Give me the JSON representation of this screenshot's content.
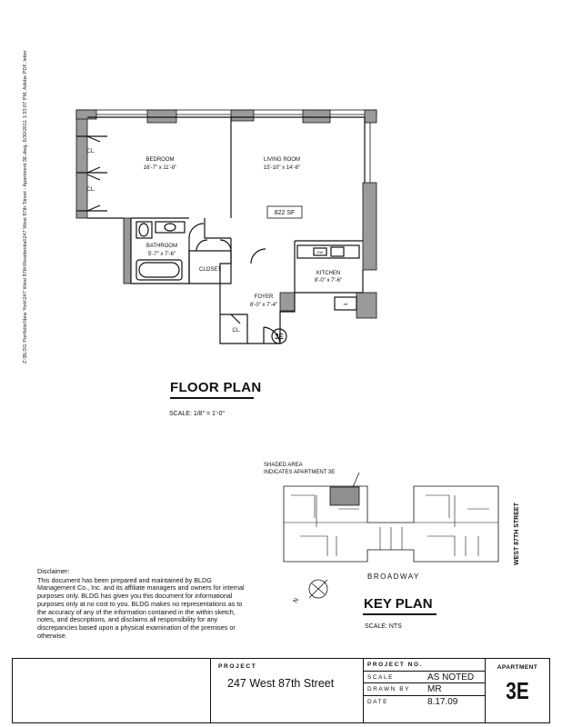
{
  "file_path": "Z:\\BLDG Portfolio\\New York\\247 West 87th\\Residential\\247 West 87th Street - Apartment 3E.dwg, 6/30/2011 1:33:07 PM, Adobe PDF, letter",
  "floor_plan": {
    "title": "FLOOR PLAN",
    "scale": "SCALE: 1/8\" = 1'-0\"",
    "rooms": {
      "bedroom": {
        "name": "BEDROOM",
        "dims": "16'-7\" x 11'-8\""
      },
      "living_room": {
        "name": "LIVING ROOM",
        "dims": "15'-10\" x 14'-6\""
      },
      "area": "822 SF",
      "bathroom": {
        "name": "BATHROOM",
        "dims": "5'-7\" x 7'-6\""
      },
      "closet": "CLOSET",
      "kitchen": {
        "name": "KITCHEN",
        "dims": "8'-0\" x 7'-6\""
      },
      "foyer": {
        "name": "FOYER",
        "dims": "8'-0\" x 7'-4\""
      },
      "closet_short": "CL.",
      "unit_tag": "3E",
      "appliance_dw": "DW",
      "appliance_ref": "ref"
    }
  },
  "key_plan": {
    "title": "KEY PLAN",
    "scale": "SCALE: NTS",
    "shaded_note_line1": "SHADED AREA",
    "shaded_note_line2": "INDICATES APARTMENT 3E",
    "street_bottom": "BROADWAY",
    "street_side": "WEST 87TH STREET",
    "north": "N"
  },
  "disclaimer": {
    "heading": "Disclaimer:",
    "body": "This document has been prepared and maintained by BLDG Management Co., Inc. and its affiliate managers and owners for internal purposes only. BLDG has given you this document for informational purposes only at no cost to you. BLDG makes no representations as to the accuracy of any of the information contained in the within sketch, notes, and descriptions, and disclaims all responsibility for any discrepancies based upon a physical examination of the premises or otherwise."
  },
  "title_block": {
    "project_label": "PROJECT",
    "project_value": "247 West 87th Street",
    "project_no_label": "PROJECT NO.",
    "scale_label": "SCALE",
    "scale_value": "AS NOTED",
    "drawn_by_label": "DRAWN BY",
    "drawn_by_value": "MR",
    "date_label": "DATE",
    "date_value": "8.17.09",
    "apartment_label": "APARTMENT",
    "apartment_value": "3E"
  },
  "colors": {
    "wall_fill": "#9a9a9a",
    "shaded_fill": "#8f8f8f",
    "line": "#111111"
  }
}
